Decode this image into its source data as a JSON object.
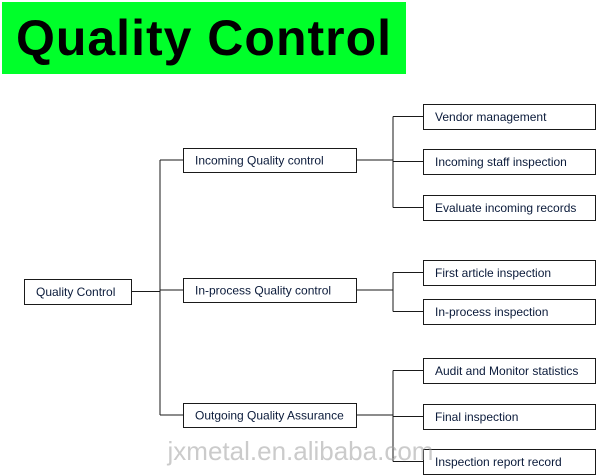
{
  "colors": {
    "banner_bg": "#00ff2a",
    "banner_text": "#000000",
    "box_stroke": "#1a1a1a",
    "line": "#1a1a1a",
    "label": "#0a1a3a"
  },
  "banner": {
    "title": "Quality Control"
  },
  "diagram": {
    "root": {
      "label": "Quality Control"
    },
    "branches": [
      {
        "label": "Incoming Quality control",
        "children": [
          "Vendor management",
          "Incoming staff inspection",
          "Evaluate incoming records"
        ]
      },
      {
        "label": "In-process Quality control",
        "children": [
          "First article inspection",
          "In-process inspection"
        ]
      },
      {
        "label": "Outgoing  Quality  Assurance",
        "children": [
          "Audit and Monitor statistics",
          "Final inspection",
          "Inspection report record"
        ]
      }
    ]
  },
  "watermark": {
    "text": "jxmetal.en.alibaba.com"
  }
}
